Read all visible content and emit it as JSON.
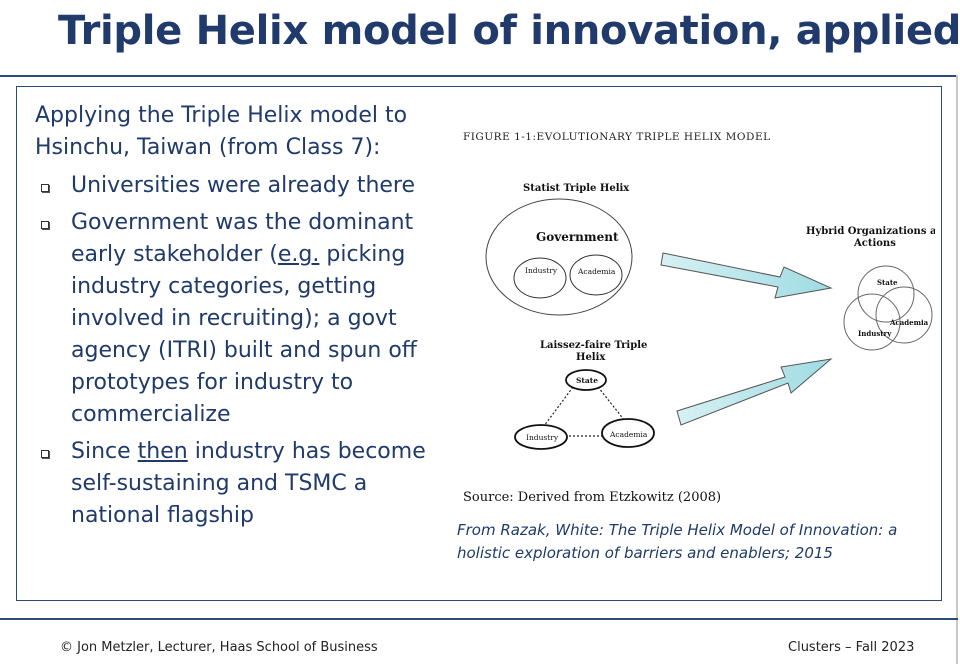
{
  "slide": {
    "title": "Triple Helix model of innovation, applied",
    "intro": "Applying the Triple Helix model to Hsinchu, Taiwan (from Class 7):",
    "bullets": [
      {
        "text": "Universities were already there"
      },
      {
        "pre": "Government was the dominant early stakeholder (",
        "underlined": "e.g.",
        "post": " picking industry categories, getting involved in recruiting); a govt agency (ITRI) built and spun off prototypes for industry to commercialize"
      },
      {
        "pre": "Since ",
        "underlined": "then",
        "post": " industry has become self-sustaining and TSMC a national flagship"
      }
    ]
  },
  "figure": {
    "caption": "FIGURE 1-1:EVOLUTIONARY  TRIPLE HELIX MODEL",
    "statist": {
      "label": "Statist Triple Helix",
      "government": "Government",
      "industry": "Industry",
      "academia": "Academia"
    },
    "laissez": {
      "label_line1": "Laissez-faire Triple",
      "label_line2": "Helix",
      "state": "State",
      "industry": "Industry",
      "academia": "Academia"
    },
    "hybrid": {
      "label_line1": "Hybrid Organizations and",
      "label_line2": "Actions",
      "state": "State",
      "academia": "Academia",
      "industry": "Industry"
    },
    "source": "Source: Derived from Etzkowitz (2008)",
    "arrow_color": "#bfe7ec"
  },
  "citation": "From Razak, White: The Triple Helix Model of Innovation: a holistic exploration of barriers and enablers; 2015",
  "footer": {
    "left": "© Jon Metzler, Lecturer, Haas School of Business",
    "right": "Clusters  – Fall 2023"
  },
  "colors": {
    "title": "#1f3a6b",
    "rule": "#2c4a78"
  }
}
